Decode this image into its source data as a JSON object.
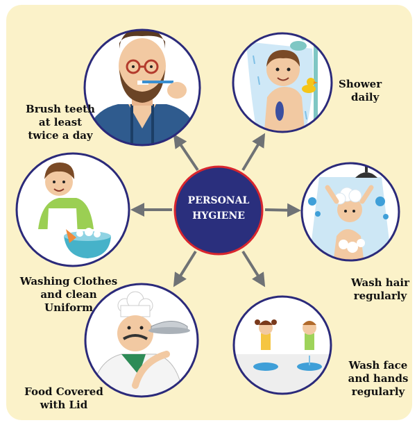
{
  "colors": {
    "panel": "#fbf2c9",
    "circle_border": "#2b2a7a",
    "center_fill": "#2a2f7d",
    "center_border": "#d8262e",
    "arrow": "#6f7275"
  },
  "center": {
    "line1": "PERSONAL",
    "line2": "HYGIENE"
  },
  "items": [
    {
      "id": "brush",
      "icon": "man-brushing-teeth-illustration",
      "lines": [
        "Brush teeth",
        "at least",
        "twice a day"
      ]
    },
    {
      "id": "shower",
      "icon": "boy-showering-with-duck-illustration",
      "lines": [
        "Shower",
        "daily"
      ]
    },
    {
      "id": "hair",
      "icon": "girl-washing-hair-illustration",
      "lines": [
        "Wash hair",
        "regularly"
      ]
    },
    {
      "id": "face",
      "icon": "children-washing-face-illustration",
      "lines": [
        "Wash face",
        "and hands",
        "regularly"
      ]
    },
    {
      "id": "food",
      "icon": "chef-with-covered-platter-illustration",
      "lines": [
        "Food Covered",
        "with Lid"
      ]
    },
    {
      "id": "clothes",
      "icon": "woman-washing-clothes-illustration",
      "lines": [
        "Washing Clothes",
        "and clean",
        "Uniform"
      ]
    }
  ]
}
